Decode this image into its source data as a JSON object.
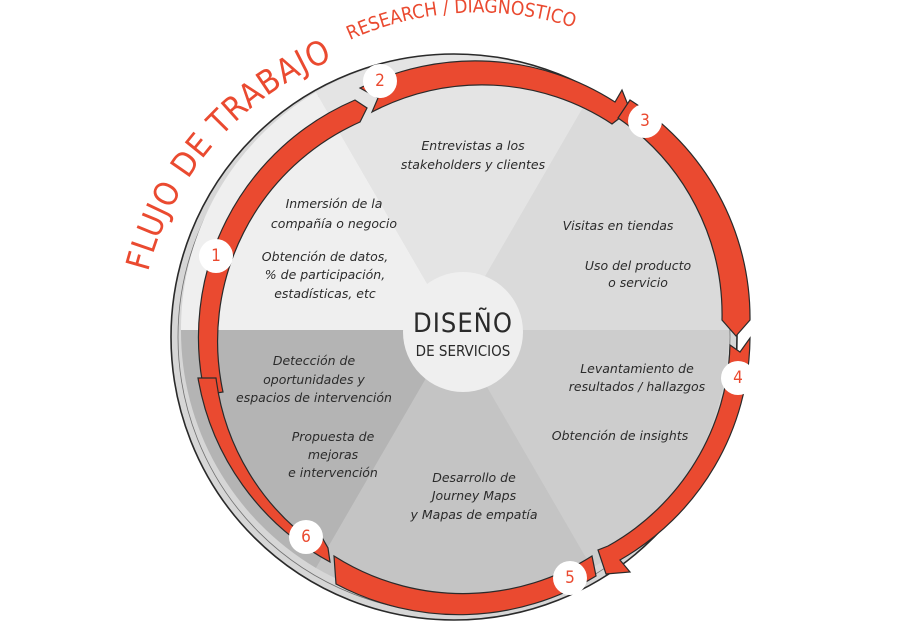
{
  "title": {
    "main": "FLUJO DE TRABAJO",
    "subtitle": "RESEARCH / DIAGNÓSTICO"
  },
  "center": {
    "line1": "DISEÑO",
    "line2": "DE SERVICIOS"
  },
  "colors": {
    "accent": "#ea4a30",
    "ring_outline": "#2a2a2a",
    "outer_ring": "#d9d9d9",
    "center_circle": "#efefef",
    "segment_1": "#efefef",
    "segment_2": "#e4e4e4",
    "segment_3": "#dadada",
    "segment_4": "#cdcdcd",
    "segment_5": "#c2c2c2",
    "segment_6": "#b4b4b4"
  },
  "steps": [
    {
      "number": "1",
      "lines": [
        "Inmersión de la",
        "compañía o negocio",
        "",
        "Obtención de datos,",
        "% de participación,",
        "estadísticas, etc"
      ]
    },
    {
      "number": "2",
      "lines": [
        "Entrevistas a los",
        "stakeholders y clientes"
      ]
    },
    {
      "number": "3",
      "lines": [
        "Visitas en tiendas",
        "",
        "Uso del producto",
        "o servicio"
      ]
    },
    {
      "number": "4",
      "lines": [
        "Levantamiento de",
        "resultados / hallazgos",
        "",
        "Obtención de insights"
      ]
    },
    {
      "number": "5",
      "lines": [
        "Desarrollo de",
        "Journey Maps",
        "y Mapas de empatía"
      ]
    },
    {
      "number": "6",
      "lines": [
        "Detección de",
        "oportunidades y",
        "espacios de intervención",
        "",
        "Propuesta de",
        "mejoras",
        "e intervención"
      ]
    }
  ]
}
